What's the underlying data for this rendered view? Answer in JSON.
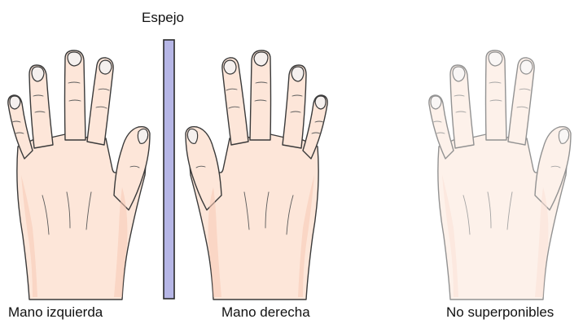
{
  "figure": {
    "mirror_title": "Espejo",
    "left_label": "Mano izquierda",
    "right_label": "Mano derecha",
    "overlay_label": "No superponibles"
  },
  "colors": {
    "skin": "#fde6d9",
    "skin_shade": "#f7c9b4",
    "nail": "#f5f0ee",
    "outline": "#3a3a3a",
    "mirror_fill": "#b6b6e6",
    "mirror_stroke": "#2a2a2a",
    "text": "#111111"
  }
}
